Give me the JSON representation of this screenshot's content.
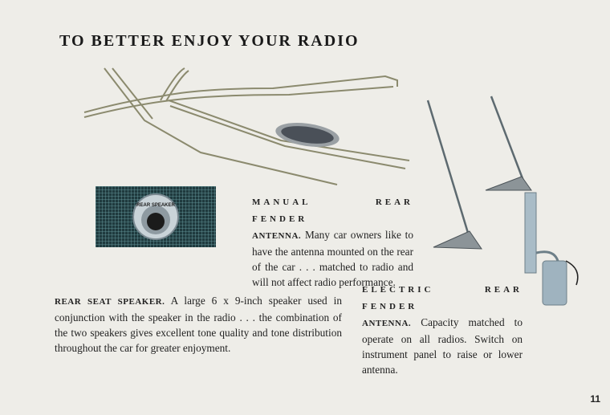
{
  "page": {
    "title": "TO BETTER ENJOY YOUR RADIO",
    "page_number": "11"
  },
  "sections": {
    "manual_antenna": {
      "heading_line1": "MANUAL REAR FENDER",
      "heading_line2": "ANTENNA.",
      "body": "Many car owners like to have the antenna mounted on the rear of the car . . . matched to radio and will not affect radio performance."
    },
    "rear_speaker": {
      "heading": "REAR SEAT SPEAKER.",
      "body": "A large 6 x 9-inch speaker used in conjunction with the speaker in the radio . . . the combination of the two speakers gives excellent tone quality and tone distribution throughout the car for greater enjoyment."
    },
    "electric_antenna": {
      "heading_line1": "ELECTRIC REAR FENDER",
      "heading_line2": "ANTENNA.",
      "body": "Capacity matched to operate on all radios. Switch on instrument panel to raise or lower antenna."
    }
  },
  "illustrations": {
    "speaker_knob_label": "REAR SPEAKER"
  }
}
